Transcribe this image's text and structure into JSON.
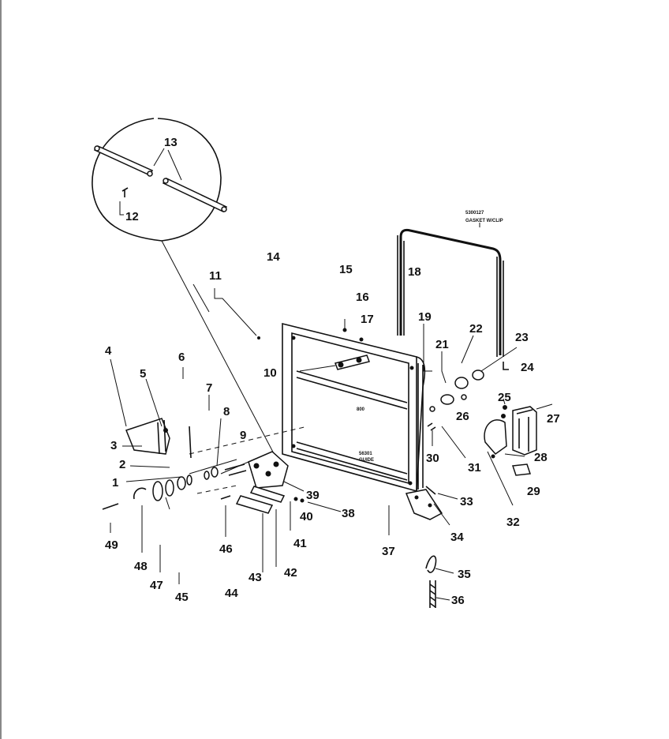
{
  "diagram": {
    "labels": {
      "l1": "1",
      "l2": "2",
      "l3": "3",
      "l4": "4",
      "l5": "5",
      "l6": "6",
      "l7": "7",
      "l8": "8",
      "l9": "9",
      "l10": "10",
      "l11": "11",
      "l12": "12",
      "l13": "13",
      "l14": "14",
      "l15": "15",
      "l16": "16",
      "l17": "17",
      "l18": "18",
      "l19": "19",
      "l21": "21",
      "l22": "22",
      "l23": "23",
      "l24": "24",
      "l25": "25",
      "l26": "26",
      "l27": "27",
      "l28": "28",
      "l29": "29",
      "l30": "30",
      "l31": "31",
      "l32": "32",
      "l33": "33",
      "l34": "34",
      "l35": "35",
      "l36": "36",
      "l37": "37",
      "l38": "38",
      "l39": "39",
      "l40": "40",
      "l41": "41",
      "l42": "42",
      "l43": "43",
      "l44": "44",
      "l45": "45",
      "l46": "46",
      "l47": "47",
      "l48": "48",
      "l49": "49"
    },
    "gasket_note_line1": "5300127",
    "gasket_note_line2": "GASKET W/CLIP",
    "guide_note_line1": "56301",
    "guide_note_line2": "GUIDE",
    "panel_mark": "800"
  }
}
